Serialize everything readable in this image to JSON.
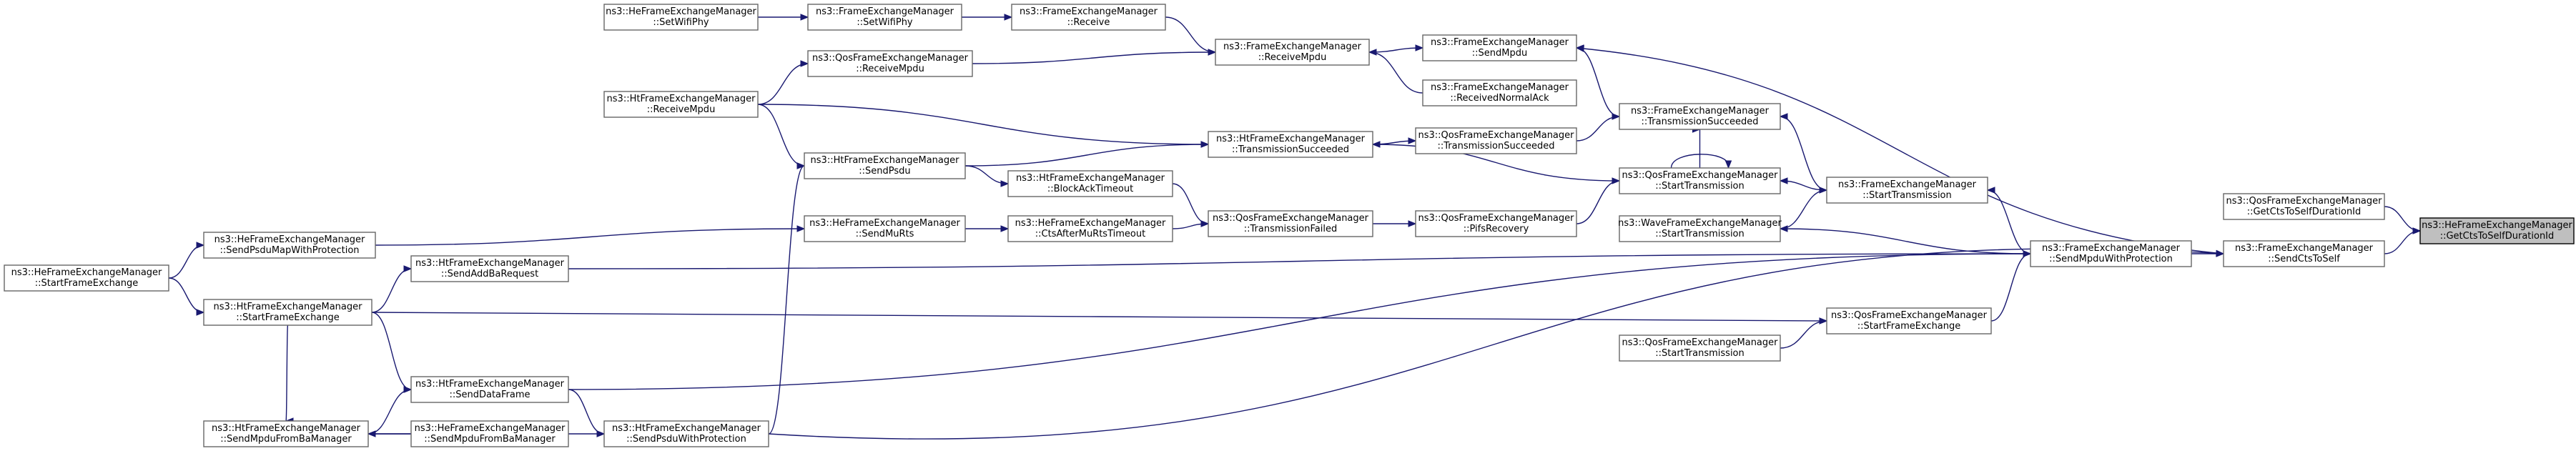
{
  "graph": {
    "colors": {
      "edge": "#191970",
      "node_border": "#666666",
      "highlight_fill": "#bfbfbf"
    },
    "nodes": [
      {
        "id": "hefem_getctsself",
        "l1": "ns3::HeFrameExchangeManager",
        "l2": "::GetCtsToSelfDurationId",
        "highlight": true
      },
      {
        "id": "qosfem_getctsself",
        "l1": "ns3::QosFrameExchangeManager",
        "l2": "::GetCtsToSelfDurationId"
      },
      {
        "id": "fem_sendctstoself",
        "l1": "ns3::FrameExchangeManager",
        "l2": "::SendCtsToSelf"
      },
      {
        "id": "fem_sendmpdu",
        "l1": "ns3::FrameExchangeManager",
        "l2": "::SendMpdu"
      },
      {
        "id": "fem_receivednormalack",
        "l1": "ns3::FrameExchangeManager",
        "l2": "::ReceivedNormalAck"
      },
      {
        "id": "fem_receivempdu",
        "l1": "ns3::FrameExchangeManager",
        "l2": "::ReceiveMpdu"
      },
      {
        "id": "fem_receive",
        "l1": "ns3::FrameExchangeManager",
        "l2": "::Receive"
      },
      {
        "id": "fem_setwifiphy",
        "l1": "ns3::FrameExchangeManager",
        "l2": "::SetWifiPhy"
      },
      {
        "id": "hefem_setwifiphy",
        "l1": "ns3::HeFrameExchangeManager",
        "l2": "::SetWifiPhy"
      },
      {
        "id": "qosfem_receivempdu",
        "l1": "ns3::QosFrameExchangeManager",
        "l2": "::ReceiveMpdu"
      },
      {
        "id": "htfem_receivempdu",
        "l1": "ns3::HtFrameExchangeManager",
        "l2": "::ReceiveMpdu"
      },
      {
        "id": "fem_transsucc",
        "l1": "ns3::FrameExchangeManager",
        "l2": "::TransmissionSucceeded"
      },
      {
        "id": "qosfem_transsucc",
        "l1": "ns3::QosFrameExchangeManager",
        "l2": "::TransmissionSucceeded"
      },
      {
        "id": "htfem_transsucc",
        "l1": "ns3::HtFrameExchangeManager",
        "l2": "::TransmissionSucceeded"
      },
      {
        "id": "htfem_sendpsdu",
        "l1": "ns3::HtFrameExchangeManager",
        "l2": "::SendPsdu"
      },
      {
        "id": "qosfem_starttrans",
        "l1": "ns3::QosFrameExchangeManager",
        "l2": "::StartTransmission"
      },
      {
        "id": "fem_starttrans",
        "l1": "ns3::FrameExchangeManager",
        "l2": "::StartTransmission"
      },
      {
        "id": "htfem_blockacktimeout",
        "l1": "ns3::HtFrameExchangeManager",
        "l2": "::BlockAckTimeout"
      },
      {
        "id": "wavefem_starttrans",
        "l1": "ns3::WaveFrameExchangeManager",
        "l2": "::StartTransmission"
      },
      {
        "id": "hefem_sendmurts",
        "l1": "ns3::HeFrameExchangeManager",
        "l2": "::SendMuRts"
      },
      {
        "id": "hefem_ctsaftermurts",
        "l1": "ns3::HeFrameExchangeManager",
        "l2": "::CtsAfterMuRtsTimeout"
      },
      {
        "id": "qosfem_transfailed",
        "l1": "ns3::QosFrameExchangeManager",
        "l2": "::TransmissionFailed"
      },
      {
        "id": "qosfem_pifsrecovery",
        "l1": "ns3::QosFrameExchangeManager",
        "l2": "::PifsRecovery"
      },
      {
        "id": "hefem_sendpsdumap",
        "l1": "ns3::HeFrameExchangeManager",
        "l2": "::SendPsduMapWithProtection"
      },
      {
        "id": "hefem_startframeex",
        "l1": "ns3::HeFrameExchangeManager",
        "l2": "::StartFrameExchange"
      },
      {
        "id": "fem_sendmpduwithprot",
        "l1": "ns3::FrameExchangeManager",
        "l2": "::SendMpduWithProtection"
      },
      {
        "id": "htfem_sendaddba",
        "l1": "ns3::HtFrameExchangeManager",
        "l2": "::SendAddBaRequest"
      },
      {
        "id": "htfem_startframeex",
        "l1": "ns3::HtFrameExchangeManager",
        "l2": "::StartFrameExchange"
      },
      {
        "id": "qosfem_startframeex",
        "l1": "ns3::QosFrameExchangeManager",
        "l2": "::StartFrameExchange"
      },
      {
        "id": "qosfem_starttrans2",
        "l1": "ns3::QosFrameExchangeManager",
        "l2": "::StartTransmission"
      },
      {
        "id": "htfem_senddataframe",
        "l1": "ns3::HtFrameExchangeManager",
        "l2": "::SendDataFrame"
      },
      {
        "id": "htfem_sendmpdufromba",
        "l1": "ns3::HtFrameExchangeManager",
        "l2": "::SendMpduFromBaManager"
      },
      {
        "id": "hefem_sendmpdufromba",
        "l1": "ns3::HeFrameExchangeManager",
        "l2": "::SendMpduFromBaManager"
      },
      {
        "id": "htfem_sendpsduwithprot",
        "l1": "ns3::HtFrameExchangeManager",
        "l2": "::SendPsduWithProtection"
      }
    ]
  }
}
